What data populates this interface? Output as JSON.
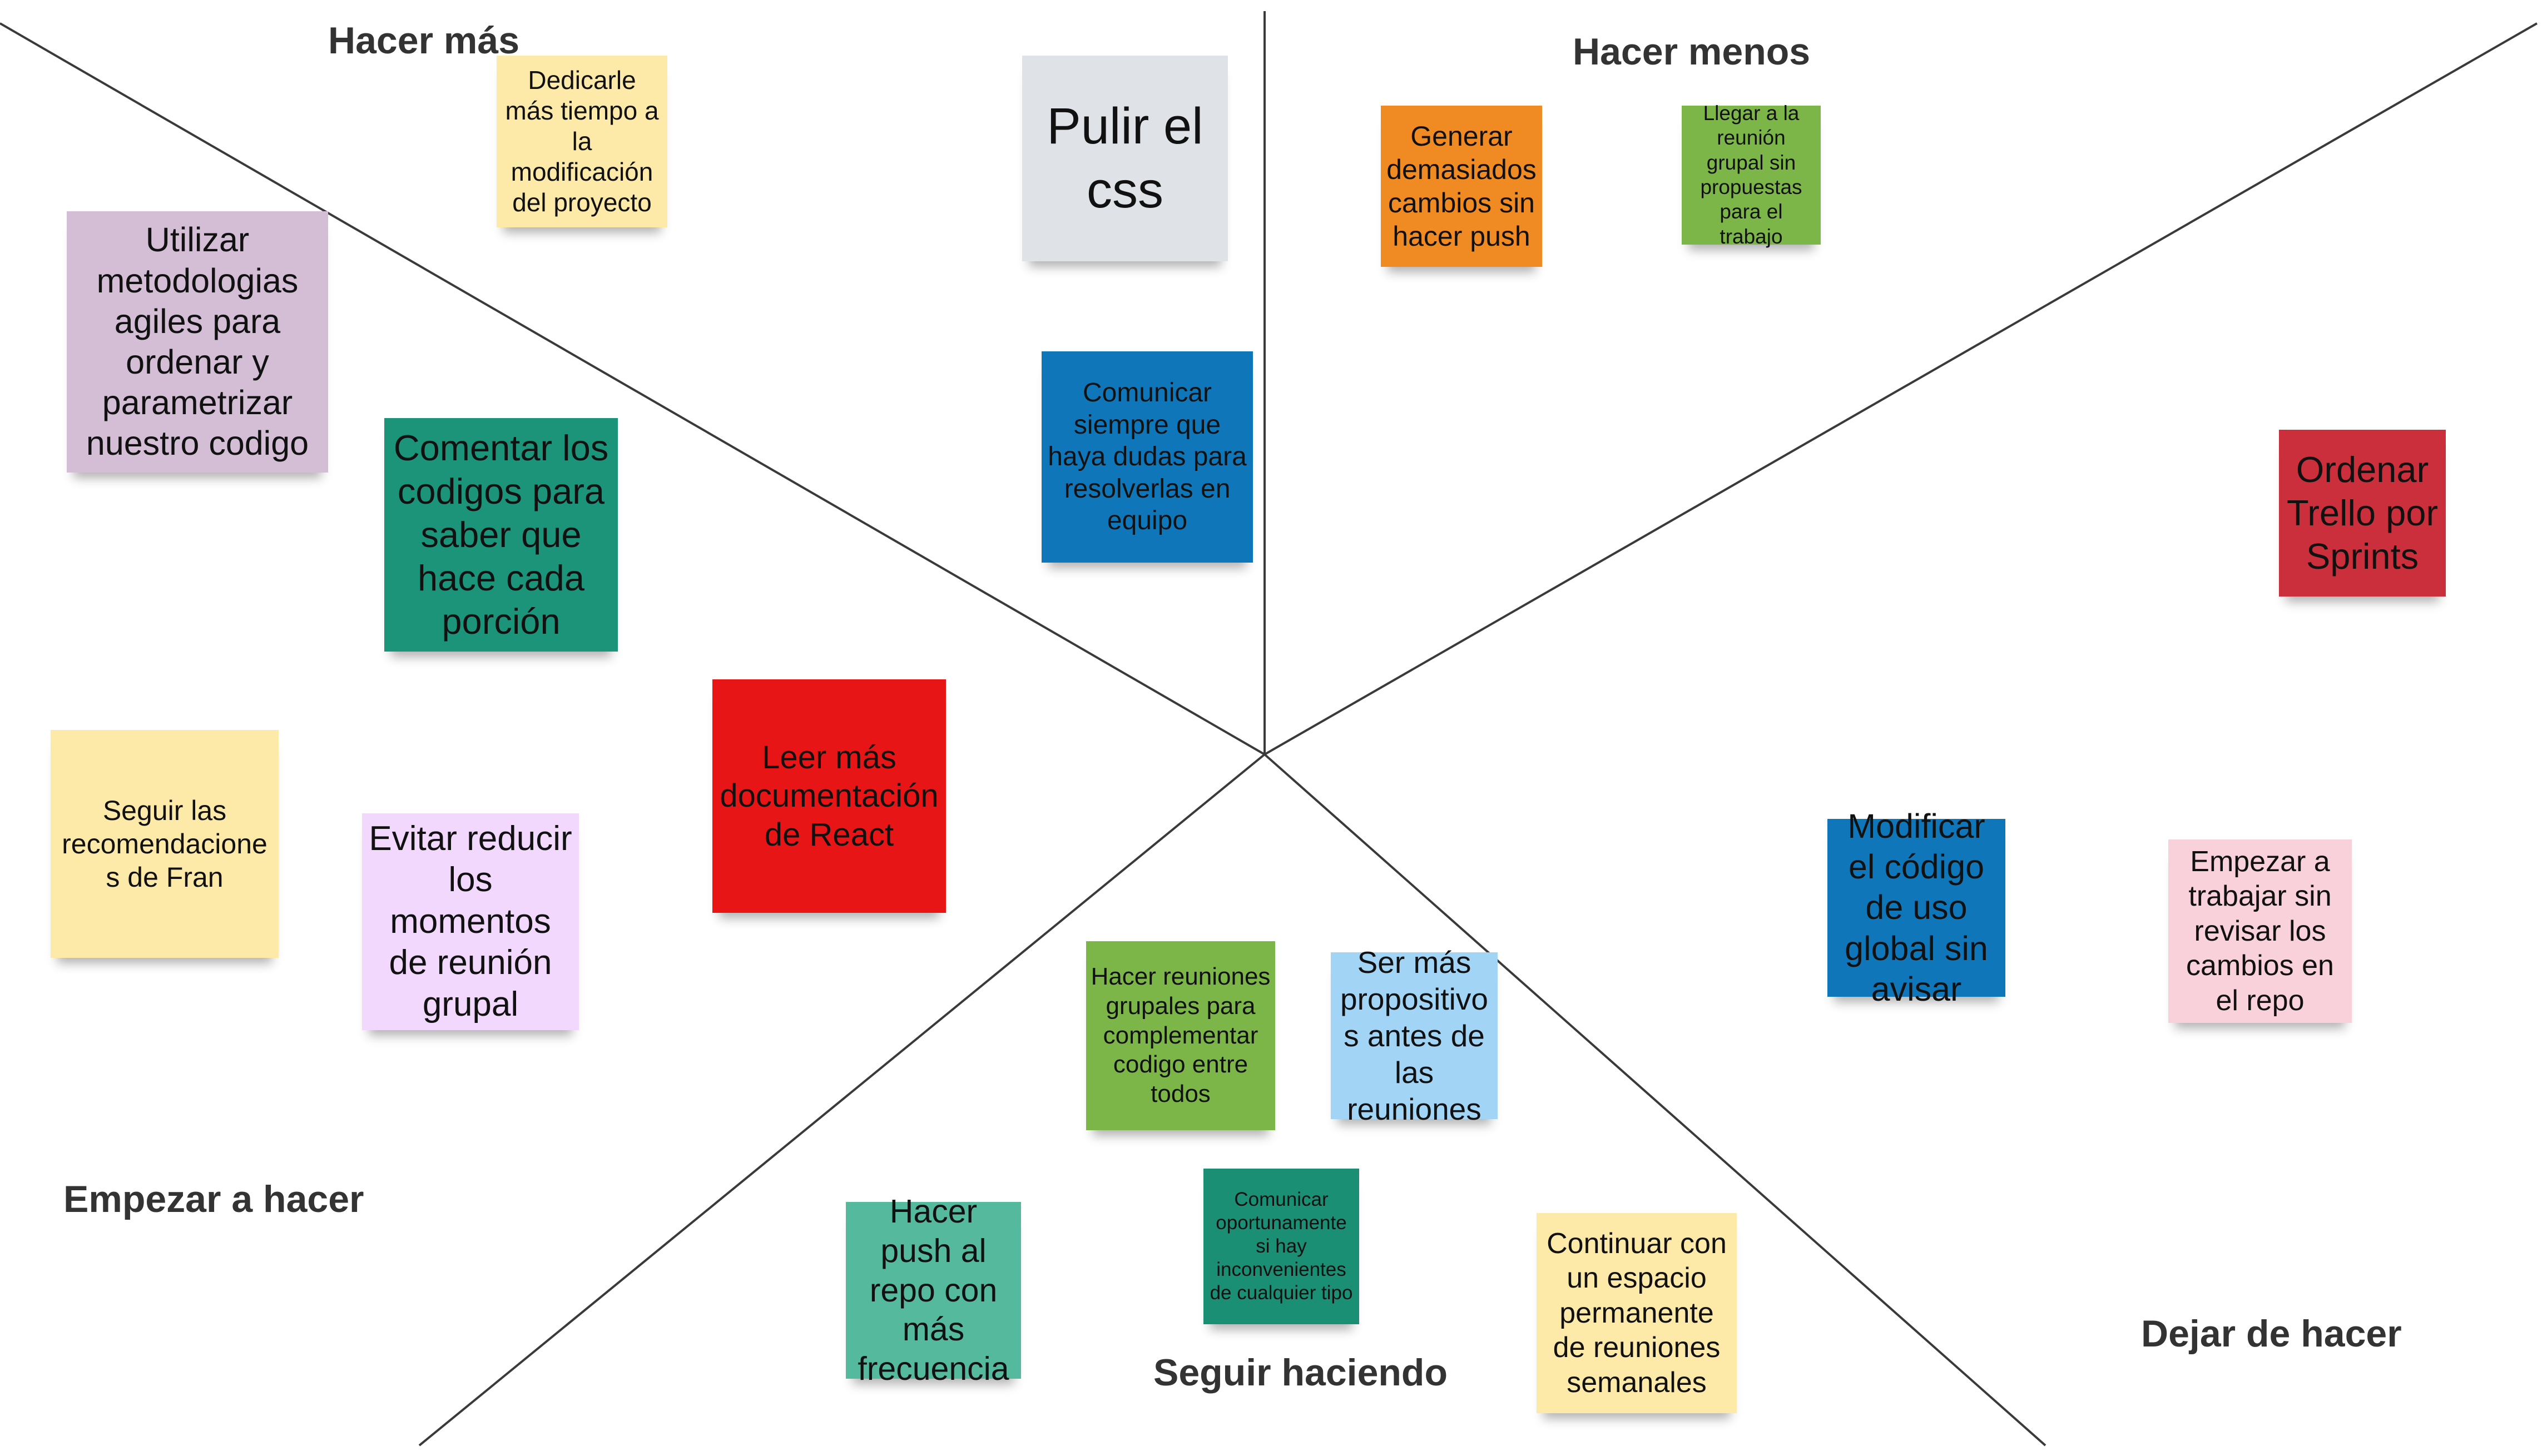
{
  "board": {
    "colors": {
      "yellow": "#FDEAA8",
      "light_gray": "#DFE2E6",
      "orange": "#F08A23",
      "green": "#7DB648",
      "purple": "#D3BED6",
      "teal": "#1B9479",
      "blue": "#0F77B9",
      "red_dark": "#CA2F3B",
      "red": "#E81516",
      "lavender": "#F1D8FC",
      "sky": "#A1D4F5",
      "pink": "#F8D1DB",
      "mint": "#55B99E",
      "dark_teal": "#1A8F73"
    }
  },
  "headings": {
    "hacer_mas": "Hacer más",
    "hacer_menos": "Hacer menos",
    "empezar_a_hacer": "Empezar a hacer",
    "seguir_haciendo": "Seguir haciendo",
    "dejar_de_hacer": "Dejar de hacer"
  },
  "notes": [
    {
      "text": "Dedicarle más tiempo a la modificación del proyecto",
      "color": "#FDEAA8"
    },
    {
      "text": "Pulir el css",
      "color": "#DFE2E6"
    },
    {
      "text": "Generar demasiados cambios sin hacer push",
      "color": "#F08A23"
    },
    {
      "text": "Llegar a la reunión grupal sin propuestas para el trabajo",
      "color": "#7DB648"
    },
    {
      "text": "Utilizar metodologias agiles para ordenar y parametrizar nuestro codigo",
      "color": "#D3BED6"
    },
    {
      "text": "Comentar los codigos para saber que hace cada porción",
      "color": "#1B9479"
    },
    {
      "text": "Comunicar siempre que haya dudas para resolverlas en equipo",
      "color": "#0F77B9"
    },
    {
      "text": "Ordenar Trello por Sprints",
      "color": "#CA2F3B"
    },
    {
      "text": "Leer más documentación de React",
      "color": "#E81516"
    },
    {
      "text": "Seguir las recomendaciones de Fran",
      "color": "#FDEAA8"
    },
    {
      "text": "Evitar reducir los momentos de reunión grupal",
      "color": "#F1D8FC"
    },
    {
      "text": "Modificar el código de uso global sin avisar",
      "color": "#0F77B9"
    },
    {
      "text": "Empezar a trabajar sin revisar los cambios en el repo",
      "color": "#F8D1DB"
    },
    {
      "text": "Hacer reuniones grupales para complementar codigo entre todos",
      "color": "#7DB648"
    },
    {
      "text": "Ser más propositivos antes de las reuniones",
      "color": "#A1D4F5"
    },
    {
      "text": "Comunicar oportunamente si hay inconvenientes de cualquier tipo",
      "color": "#1A8F73"
    },
    {
      "text": "Hacer push al repo con más frecuencia",
      "color": "#55B99E"
    },
    {
      "text": "Continuar con un espacio permanente de reuniones semanales",
      "color": "#FDEAA8"
    }
  ]
}
